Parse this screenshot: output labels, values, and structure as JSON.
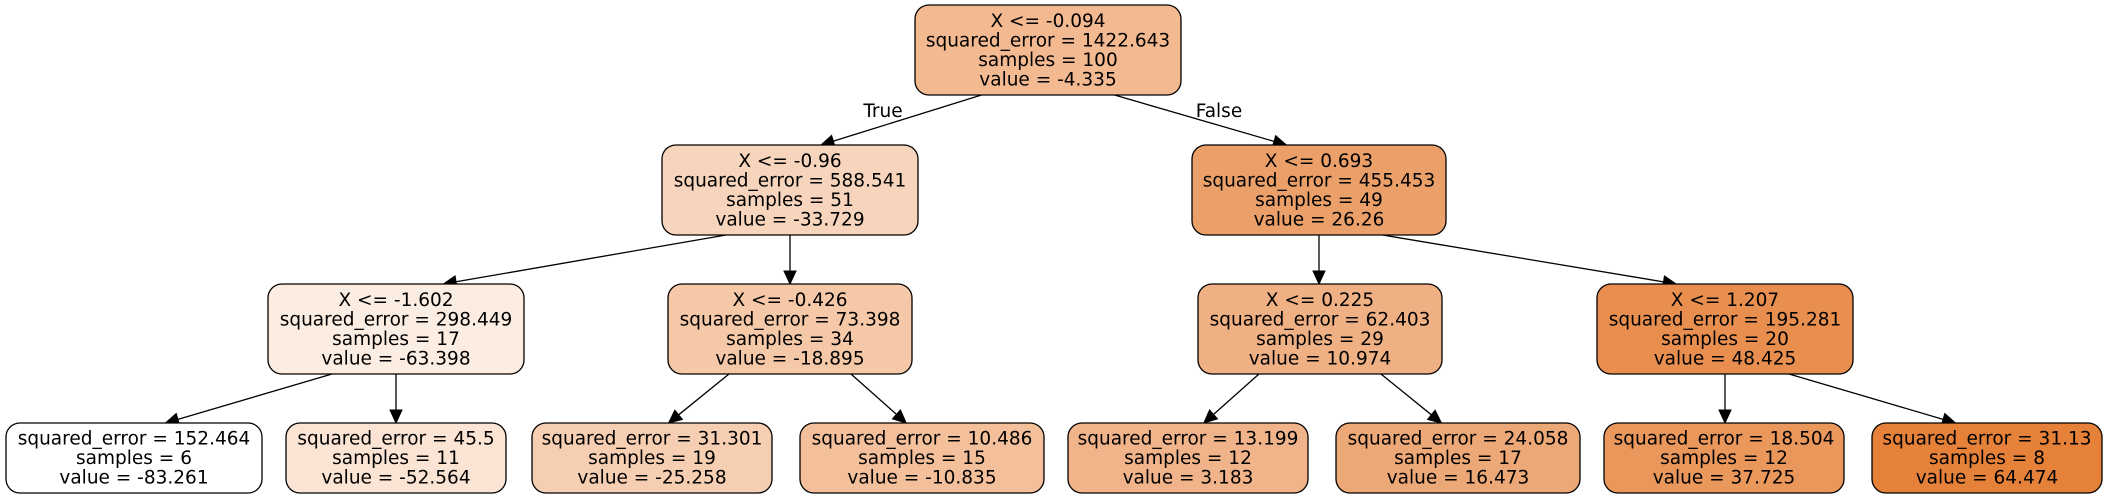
{
  "edge_labels": {
    "left": "True",
    "right": "False"
  },
  "nodes": [
    {
      "id": "n0",
      "fill": "#f3b991",
      "lines": [
        "X <= -0.094",
        "squared_error = 1422.643",
        "samples = 100",
        "value = -4.335"
      ]
    },
    {
      "id": "n1",
      "fill": "#f6d5bc",
      "lines": [
        "X <= -0.96",
        "squared_error = 588.541",
        "samples = 51",
        "value = -33.729"
      ]
    },
    {
      "id": "n2",
      "fill": "#fcede3",
      "lines": [
        "X <= -1.602",
        "squared_error = 298.449",
        "samples = 17",
        "value = -63.398"
      ]
    },
    {
      "id": "n3",
      "fill": "#ffffff",
      "lines": [
        "squared_error = 152.464",
        "samples = 6",
        "value = -83.261"
      ]
    },
    {
      "id": "n4",
      "fill": "#fbe4d4",
      "lines": [
        "squared_error = 45.5",
        "samples = 11",
        "value = -52.564"
      ]
    },
    {
      "id": "n5",
      "fill": "#f5c8a7",
      "lines": [
        "X <= -0.426",
        "squared_error = 73.398",
        "samples = 34",
        "value = -18.895"
      ]
    },
    {
      "id": "n6",
      "fill": "#f6cfb2",
      "lines": [
        "squared_error = 31.301",
        "samples = 19",
        "value = -25.258"
      ]
    },
    {
      "id": "n7",
      "fill": "#f4c09b",
      "lines": [
        "squared_error = 10.486",
        "samples = 15",
        "value = -10.835"
      ]
    },
    {
      "id": "n8",
      "fill": "#eba06a",
      "lines": [
        "X <= 0.693",
        "squared_error = 455.453",
        "samples = 49",
        "value = 26.26"
      ]
    },
    {
      "id": "n9",
      "fill": "#efb083",
      "lines": [
        "X <= 0.225",
        "squared_error = 62.403",
        "samples = 29",
        "value = 10.974"
      ]
    },
    {
      "id": "n10",
      "fill": "#f1b48a",
      "lines": [
        "squared_error = 13.199",
        "samples = 12",
        "value = 3.183"
      ]
    },
    {
      "id": "n11",
      "fill": "#eda877",
      "lines": [
        "squared_error = 24.058",
        "samples = 17",
        "value = 16.473"
      ]
    },
    {
      "id": "n12",
      "fill": "#e88f4f",
      "lines": [
        "X <= 1.207",
        "squared_error = 195.281",
        "samples = 20",
        "value = 48.425"
      ]
    },
    {
      "id": "n13",
      "fill": "#ea975c",
      "lines": [
        "squared_error = 18.504",
        "samples = 12",
        "value = 37.725"
      ]
    },
    {
      "id": "n14",
      "fill": "#e58139",
      "lines": [
        "squared_error = 31.13",
        "samples = 8",
        "value = 64.474"
      ]
    }
  ],
  "edges": [
    {
      "from": "n0",
      "to": "n1",
      "label": "left"
    },
    {
      "from": "n0",
      "to": "n8",
      "label": "right"
    },
    {
      "from": "n1",
      "to": "n2"
    },
    {
      "from": "n1",
      "to": "n5"
    },
    {
      "from": "n2",
      "to": "n3"
    },
    {
      "from": "n2",
      "to": "n4"
    },
    {
      "from": "n5",
      "to": "n6"
    },
    {
      "from": "n5",
      "to": "n7"
    },
    {
      "from": "n8",
      "to": "n9"
    },
    {
      "from": "n8",
      "to": "n12"
    },
    {
      "from": "n9",
      "to": "n10"
    },
    {
      "from": "n9",
      "to": "n11"
    },
    {
      "from": "n12",
      "to": "n13"
    },
    {
      "from": "n12",
      "to": "n14"
    }
  ]
}
